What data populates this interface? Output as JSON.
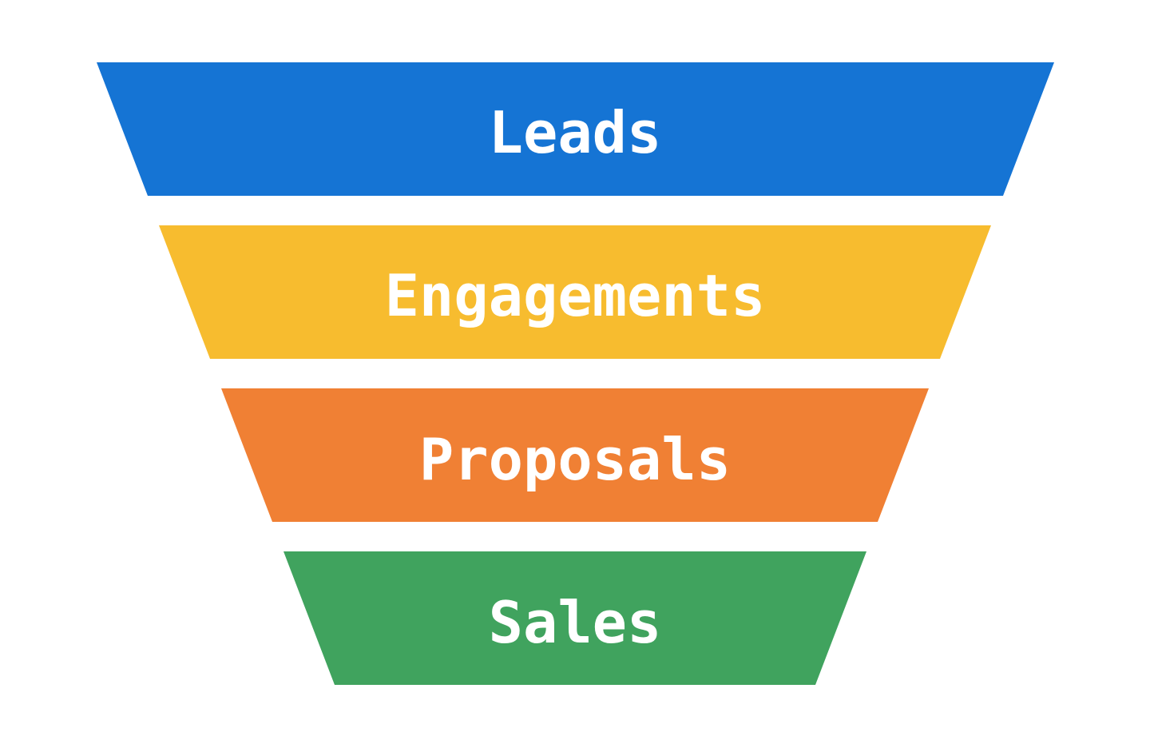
{
  "funnel": {
    "stages": [
      {
        "label": "Leads",
        "color": "#1574d4"
      },
      {
        "label": "Engagements",
        "color": "#f7bc2f"
      },
      {
        "label": "Proposals",
        "color": "#f08034"
      },
      {
        "label": "Sales",
        "color": "#40a35e"
      }
    ]
  }
}
